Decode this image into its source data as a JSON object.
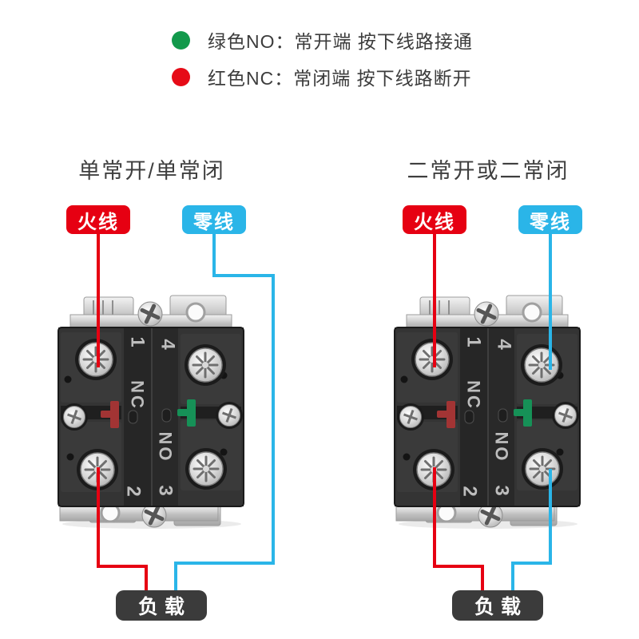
{
  "legend": {
    "items": [
      {
        "icon": "green-dot-icon",
        "color": "#12994b",
        "text": "绿色NO：常开端 按下线路接通"
      },
      {
        "icon": "red-dot-icon",
        "color": "#e60b17",
        "text": "红色NC：常闭端 按下线路断开"
      }
    ]
  },
  "diagrams": [
    {
      "title": "单常开/单常闭",
      "live_label": "火线",
      "neutral_label": "零线",
      "load_label": "负载",
      "terminals": {
        "t1": "1",
        "t2": "2",
        "t3": "3",
        "t4": "4",
        "nc": "NC",
        "no": "NO"
      }
    },
    {
      "title": "二常开或二常闭",
      "live_label": "火线",
      "neutral_label": "零线",
      "load_label": "负载",
      "terminals": {
        "t1": "1",
        "t2": "2",
        "t3": "3",
        "t4": "4",
        "nc": "NC",
        "no": "NO"
      }
    }
  ],
  "colors": {
    "live_wire": "#e60012",
    "neutral_wire": "#2ab5e8",
    "load_badge": "#3b3b3b",
    "legend_text": "#3c3c3c",
    "title_text": "#3f3f3f",
    "nc_tab": "#a23434",
    "no_tab": "#169157"
  }
}
